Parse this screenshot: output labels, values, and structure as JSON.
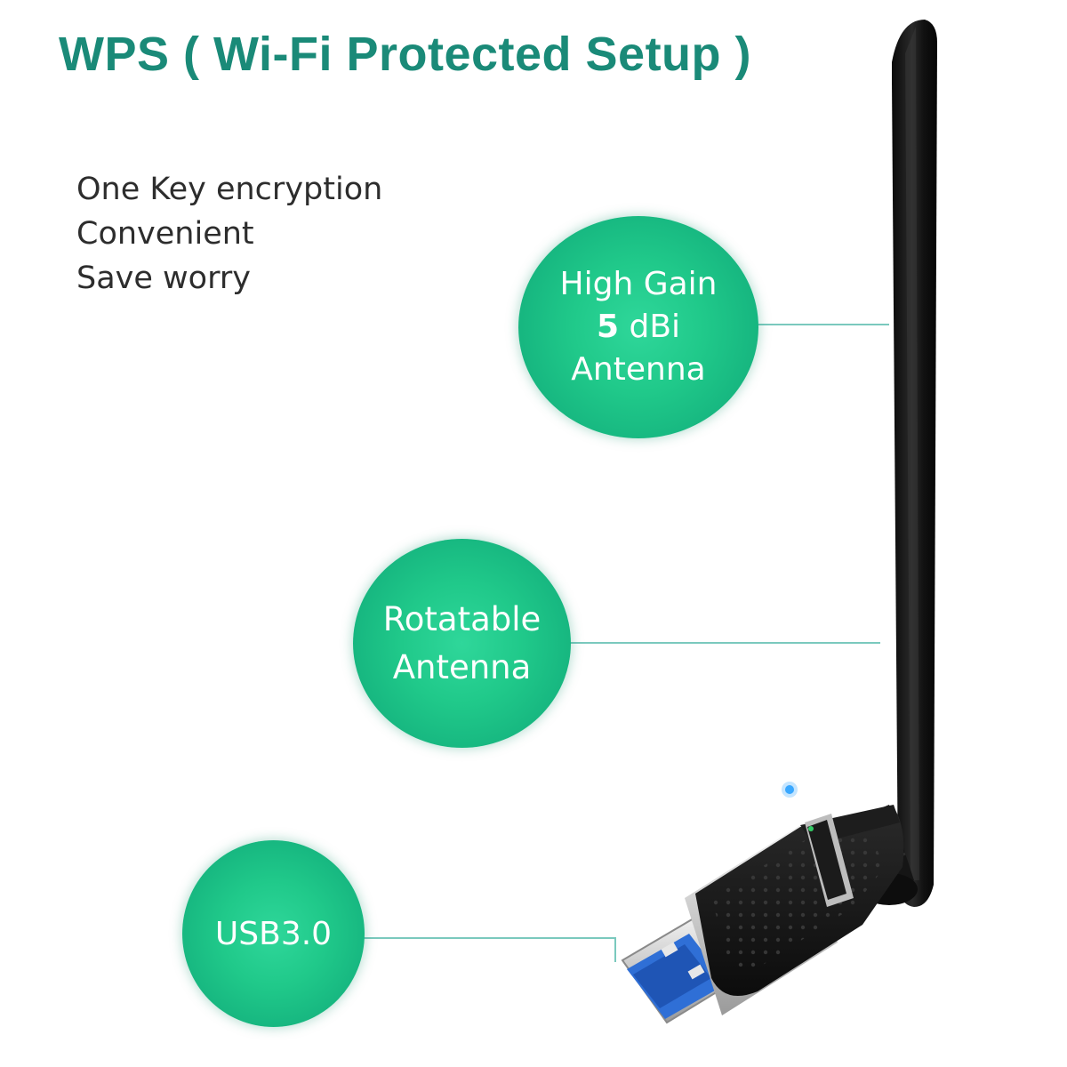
{
  "title": "WPS ( Wi-Fi Protected Setup )",
  "features": [
    "One Key encryption",
    "Convenient",
    "Save worry"
  ],
  "bubbles": {
    "antenna_gain": {
      "line1": "High Gain",
      "gain_value": "5",
      "gain_unit": "dBi",
      "line3": "Antenna"
    },
    "rotatable": {
      "line1": "Rotatable",
      "line2": "Antenna"
    },
    "usb": {
      "label": "USB3.0"
    }
  },
  "colors": {
    "title": "#1a8a78",
    "bubble": "#20c98a",
    "callout_line": "#7ac9be",
    "device_body": "#141414",
    "usb_port": "#2f6fd6",
    "led": "#3aa8ff"
  },
  "icons": [
    "wifi-usb-adapter-icon",
    "antenna-icon",
    "usb-plug-icon",
    "status-led-icon"
  ]
}
